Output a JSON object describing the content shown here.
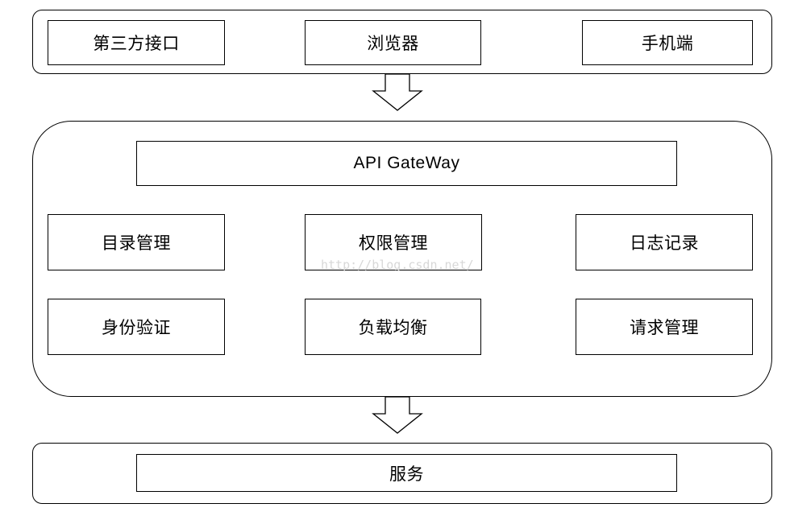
{
  "clients": {
    "third_party": "第三方接口",
    "browser": "浏览器",
    "mobile": "手机端"
  },
  "gateway": {
    "title": "API GateWay",
    "modules": {
      "catalog": "目录管理",
      "permission": "权限管理",
      "logging": "日志记录",
      "auth": "身份验证",
      "load_balance": "负载均衡",
      "request": "请求管理"
    }
  },
  "backend": {
    "service": "服务"
  },
  "watermark": "http://blog.csdn.net/"
}
